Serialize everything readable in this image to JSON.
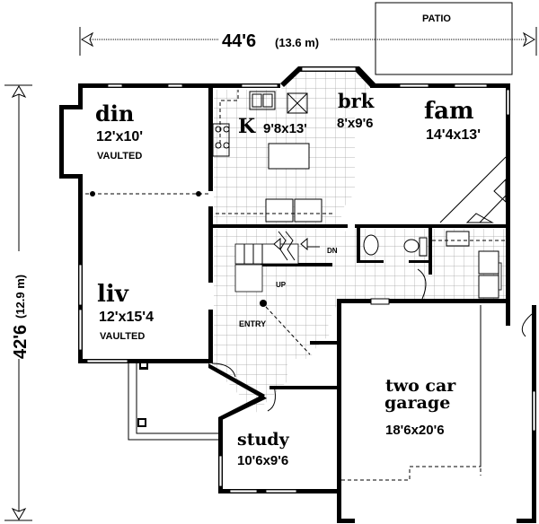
{
  "dimensions": {
    "width": {
      "feet": "44'6",
      "metric": "(13.6 m)"
    },
    "depth": {
      "feet": "42'6",
      "metric": "(12.9 m)"
    }
  },
  "labels": {
    "patio": "PATIO",
    "entry": "ENTRY",
    "stairs_up": "UP",
    "stairs_down": "DN"
  },
  "rooms": {
    "din": {
      "name": "din",
      "size": "12'x10'",
      "note": "VAULTED"
    },
    "kitchen": {
      "name": "K",
      "size": "9'8x13'"
    },
    "brk": {
      "name": "brk",
      "size": "8'x9'6"
    },
    "fam": {
      "name": "fam",
      "size": "14'4x13'"
    },
    "liv": {
      "name": "liv",
      "size": "12'x15'4",
      "note": "VAULTED"
    },
    "study": {
      "name": "study",
      "size": "10'6x9'6"
    },
    "garage": {
      "name_line1": "two car",
      "name_line2": "garage",
      "size": "18'6x20'6"
    }
  }
}
